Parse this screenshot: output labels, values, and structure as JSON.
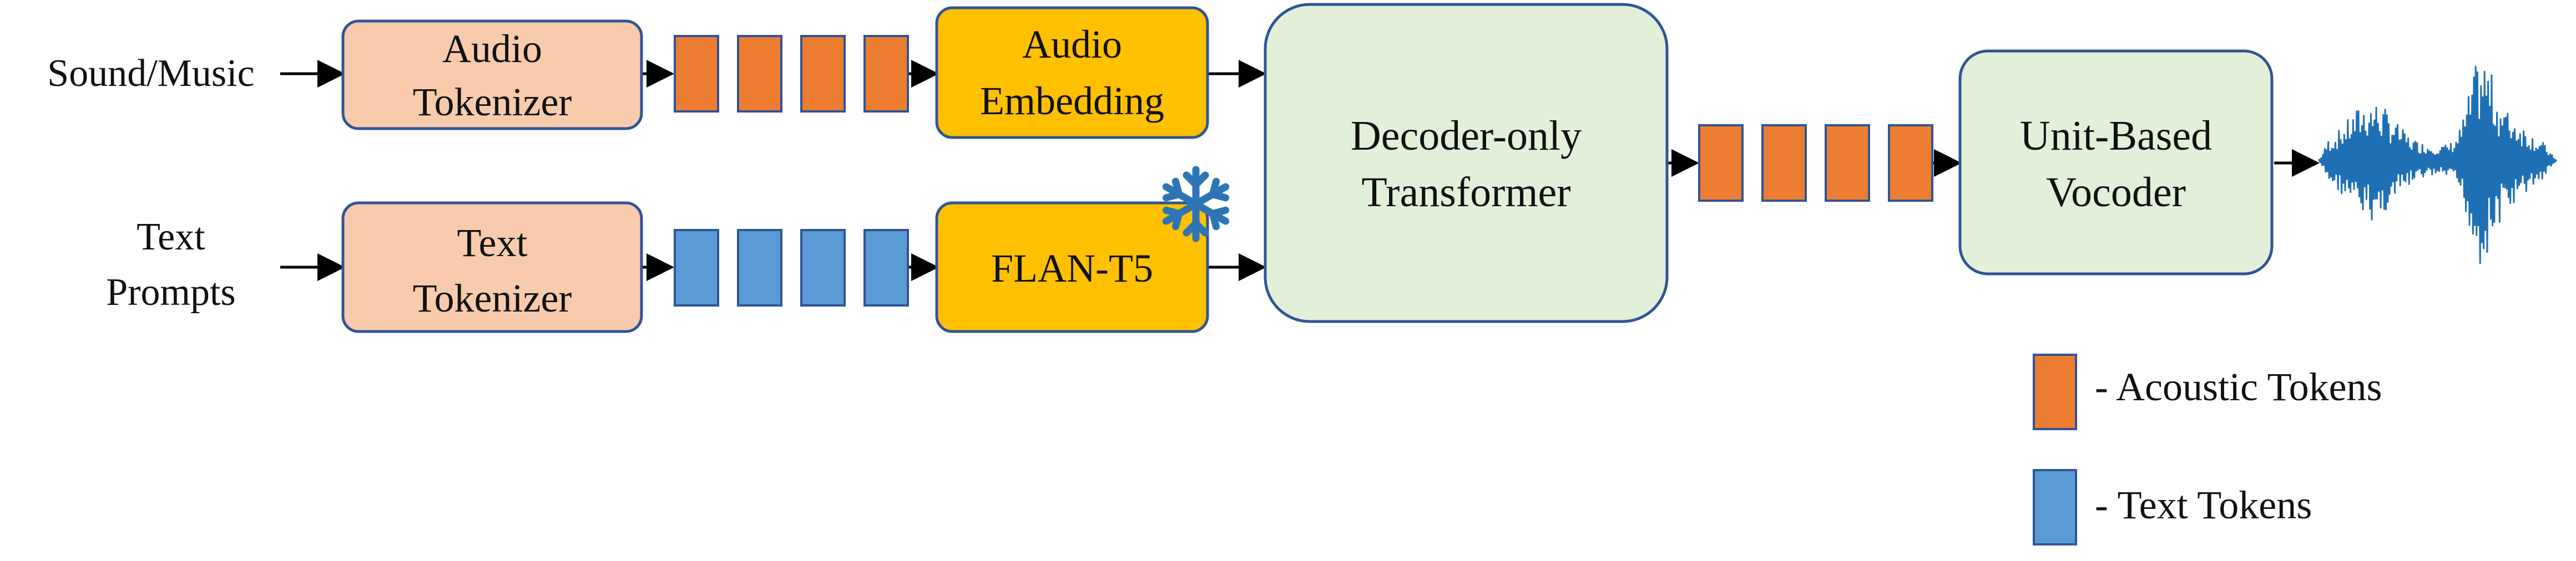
{
  "inputs": {
    "sound": "Sound/Music",
    "text_line1": "Text",
    "text_line2": "Prompts"
  },
  "blocks": {
    "audio_tokenizer": {
      "line1": "Audio",
      "line2": "Tokenizer"
    },
    "text_tokenizer": {
      "line1": "Text",
      "line2": "Tokenizer"
    },
    "audio_embedding": {
      "line1": "Audio",
      "line2": "Embedding"
    },
    "flan_t5": {
      "label": "FLAN-T5",
      "frozen_icon": "snowflake-icon"
    },
    "decoder": {
      "line1": "Decoder-only",
      "line2": "Transformer"
    },
    "vocoder": {
      "line1": "Unit-Based",
      "line2": "Vocoder"
    }
  },
  "output": {
    "icon": "waveform-icon"
  },
  "legend": {
    "acoustic": "- Acoustic Tokens",
    "text": "- Text Tokens"
  },
  "colors": {
    "tokenizer_fill": "#F8CBAD",
    "embedding_fill": "#FFC000",
    "transformer_fill": "#E2F0D9",
    "border": "#2F5597",
    "acoustic_token": "#ED7D31",
    "text_token": "#5B9BD5",
    "snowflake": "#2E75B6",
    "waveform": "#1F6FB5",
    "arrow": "#000000"
  }
}
